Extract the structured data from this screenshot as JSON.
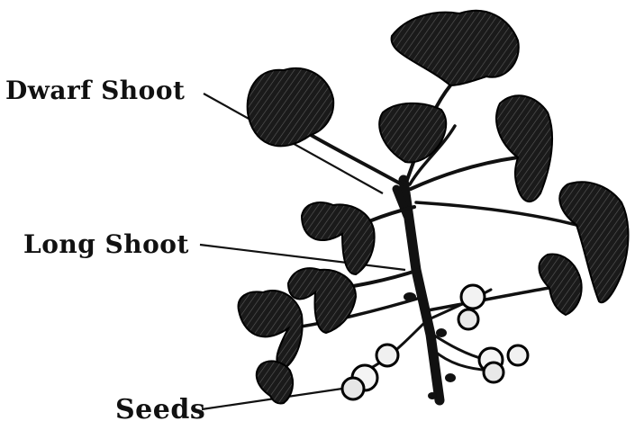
{
  "labels": {
    "dwarf_shoot": "Dwarf Shoot",
    "long_shoot": "Long Shoot",
    "seeds": "Seeds"
  },
  "colors": {
    "ink": "#111111",
    "background": "#ffffff"
  }
}
